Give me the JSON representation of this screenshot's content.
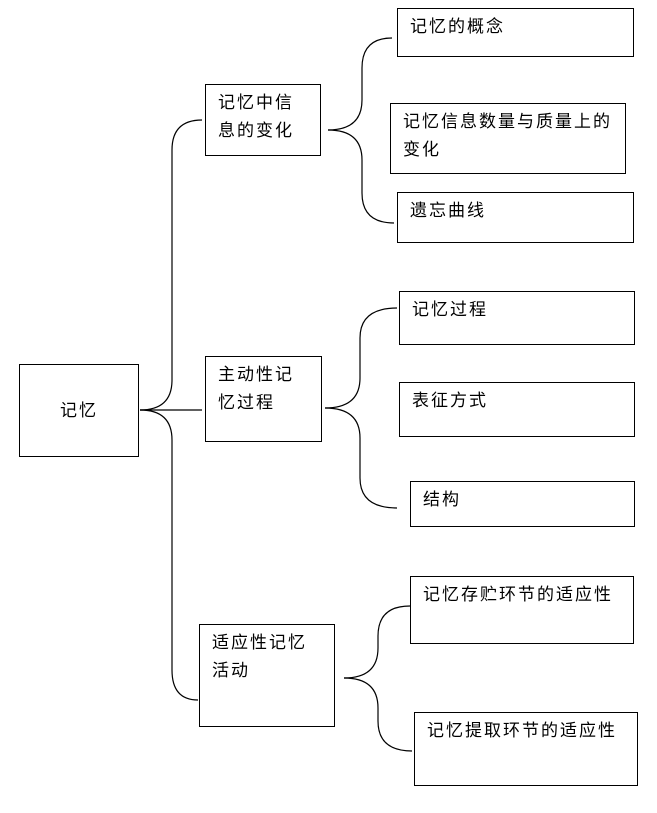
{
  "root": "记忆",
  "branches": [
    {
      "label": "记忆中信息的变化",
      "children": [
        "记忆的概念",
        "记忆信息数量与质量上的变化",
        "遗忘曲线"
      ]
    },
    {
      "label": "主动性记忆过程",
      "children": [
        "记忆过程",
        "表征方式",
        "结构"
      ]
    },
    {
      "label": "适应性记忆活动",
      "children": [
        "记忆存贮环节的适应性",
        "记忆提取环节的适应性"
      ]
    }
  ]
}
